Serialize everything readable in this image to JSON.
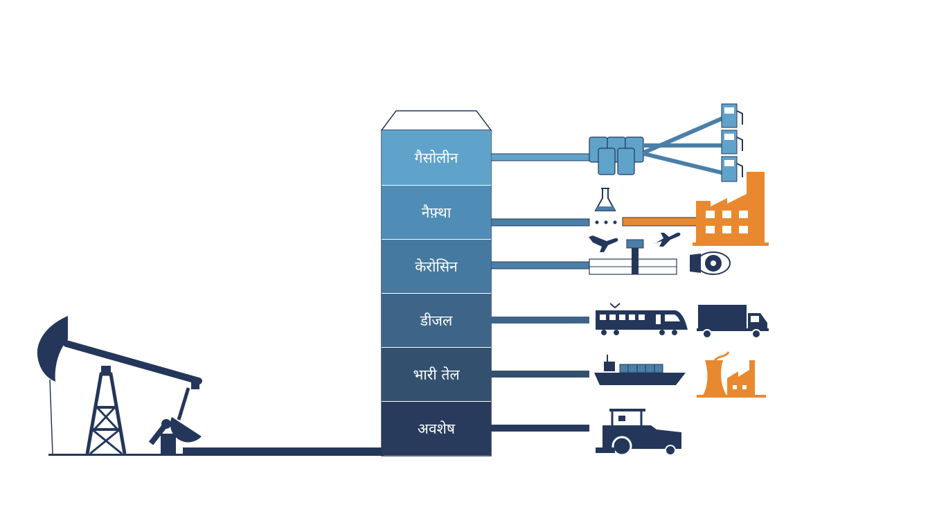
{
  "fractions": [
    {
      "label": "गैसोलीन",
      "color": "#5fa3cb"
    },
    {
      "label": "नैफ़्था",
      "color": "#4f8db6"
    },
    {
      "label": "केरोसिन",
      "color": "#46799f"
    },
    {
      "label": "डीजल",
      "color": "#3e6587"
    },
    {
      "label": "भारी तेल",
      "color": "#34506f"
    },
    {
      "label": "अवशेष",
      "color": "#283b5c"
    }
  ],
  "colors": {
    "navy": "#24375a",
    "blue": "#4a7fa8",
    "light_blue": "#5fa3cb",
    "orange": "#e8892f"
  },
  "icons": [
    "oil-pumpjack-icon",
    "fuel-pump-icon",
    "chemistry-flask-icon",
    "factory-icon",
    "airplane-icon",
    "jet-engine-icon",
    "train-icon",
    "truck-icon",
    "cargo-ship-icon",
    "power-plant-icon",
    "tractor-icon"
  ]
}
